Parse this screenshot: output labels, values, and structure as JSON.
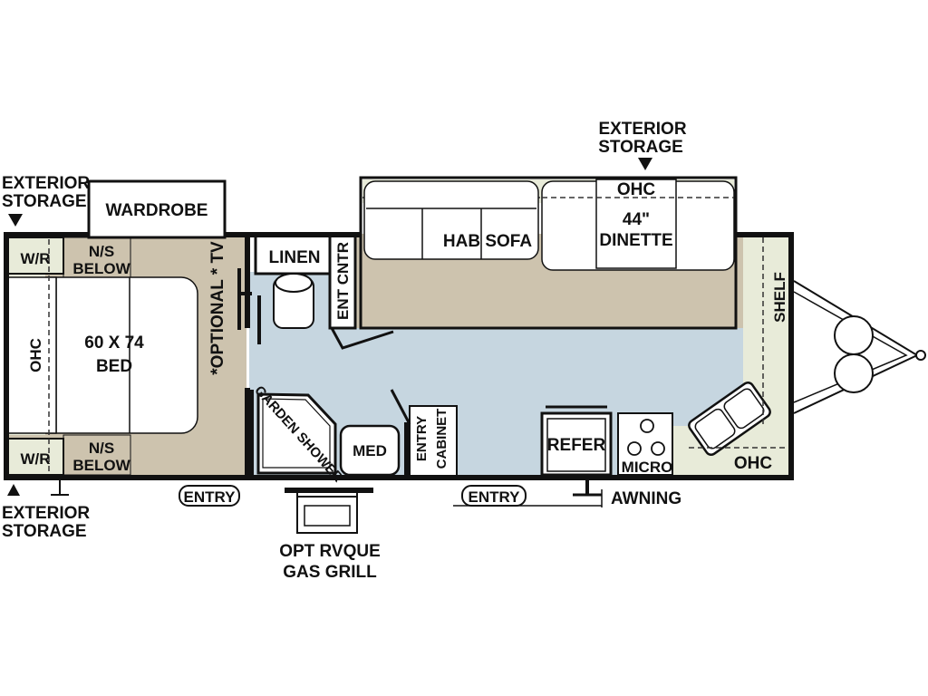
{
  "labels": {
    "exterior_storage_top_left": [
      "EXTERIOR",
      "STORAGE"
    ],
    "exterior_storage_top_right": [
      "EXTERIOR",
      "STORAGE"
    ],
    "exterior_storage_bottom_left": [
      "EXTERIOR",
      "STORAGE"
    ],
    "wardrobe": "WARDROBE",
    "wr_top": "W/R",
    "wr_bottom": "W/R",
    "ns_below_top": [
      "N/S",
      "BELOW"
    ],
    "ns_below_bottom": [
      "N/S",
      "BELOW"
    ],
    "ohc_left": "OHC",
    "bed": [
      "60 X 74",
      "BED"
    ],
    "optional_tv": "*OPTIONAL * TV",
    "linen": "LINEN",
    "ent_cntr": "ENT CNTR",
    "hab_sofa": "HAB SOFA",
    "ohc_top": "OHC",
    "dinette": [
      "44\"",
      "DINETTE"
    ],
    "shelf": "SHELF",
    "garden_shower": "GARDEN SHOWER",
    "med": "MED",
    "entry_cabinet": [
      "ENTRY",
      "CABINET"
    ],
    "refer": "REFER",
    "micro": "MICRO",
    "ohc_right": "OHC",
    "entry_left": "ENTRY",
    "entry_right": "ENTRY",
    "awning": "AWNING",
    "gas_grill": [
      "OPT RVQUE",
      "GAS GRILL"
    ]
  },
  "colors": {
    "wall": "#111111",
    "bedroom_floor": "#cdc3ae",
    "living_floor": "#cdc3ae",
    "main_floor": "#c6d6e0",
    "cabinet_fill": "#e8ebd9",
    "furniture_fill": "#ffffff"
  }
}
